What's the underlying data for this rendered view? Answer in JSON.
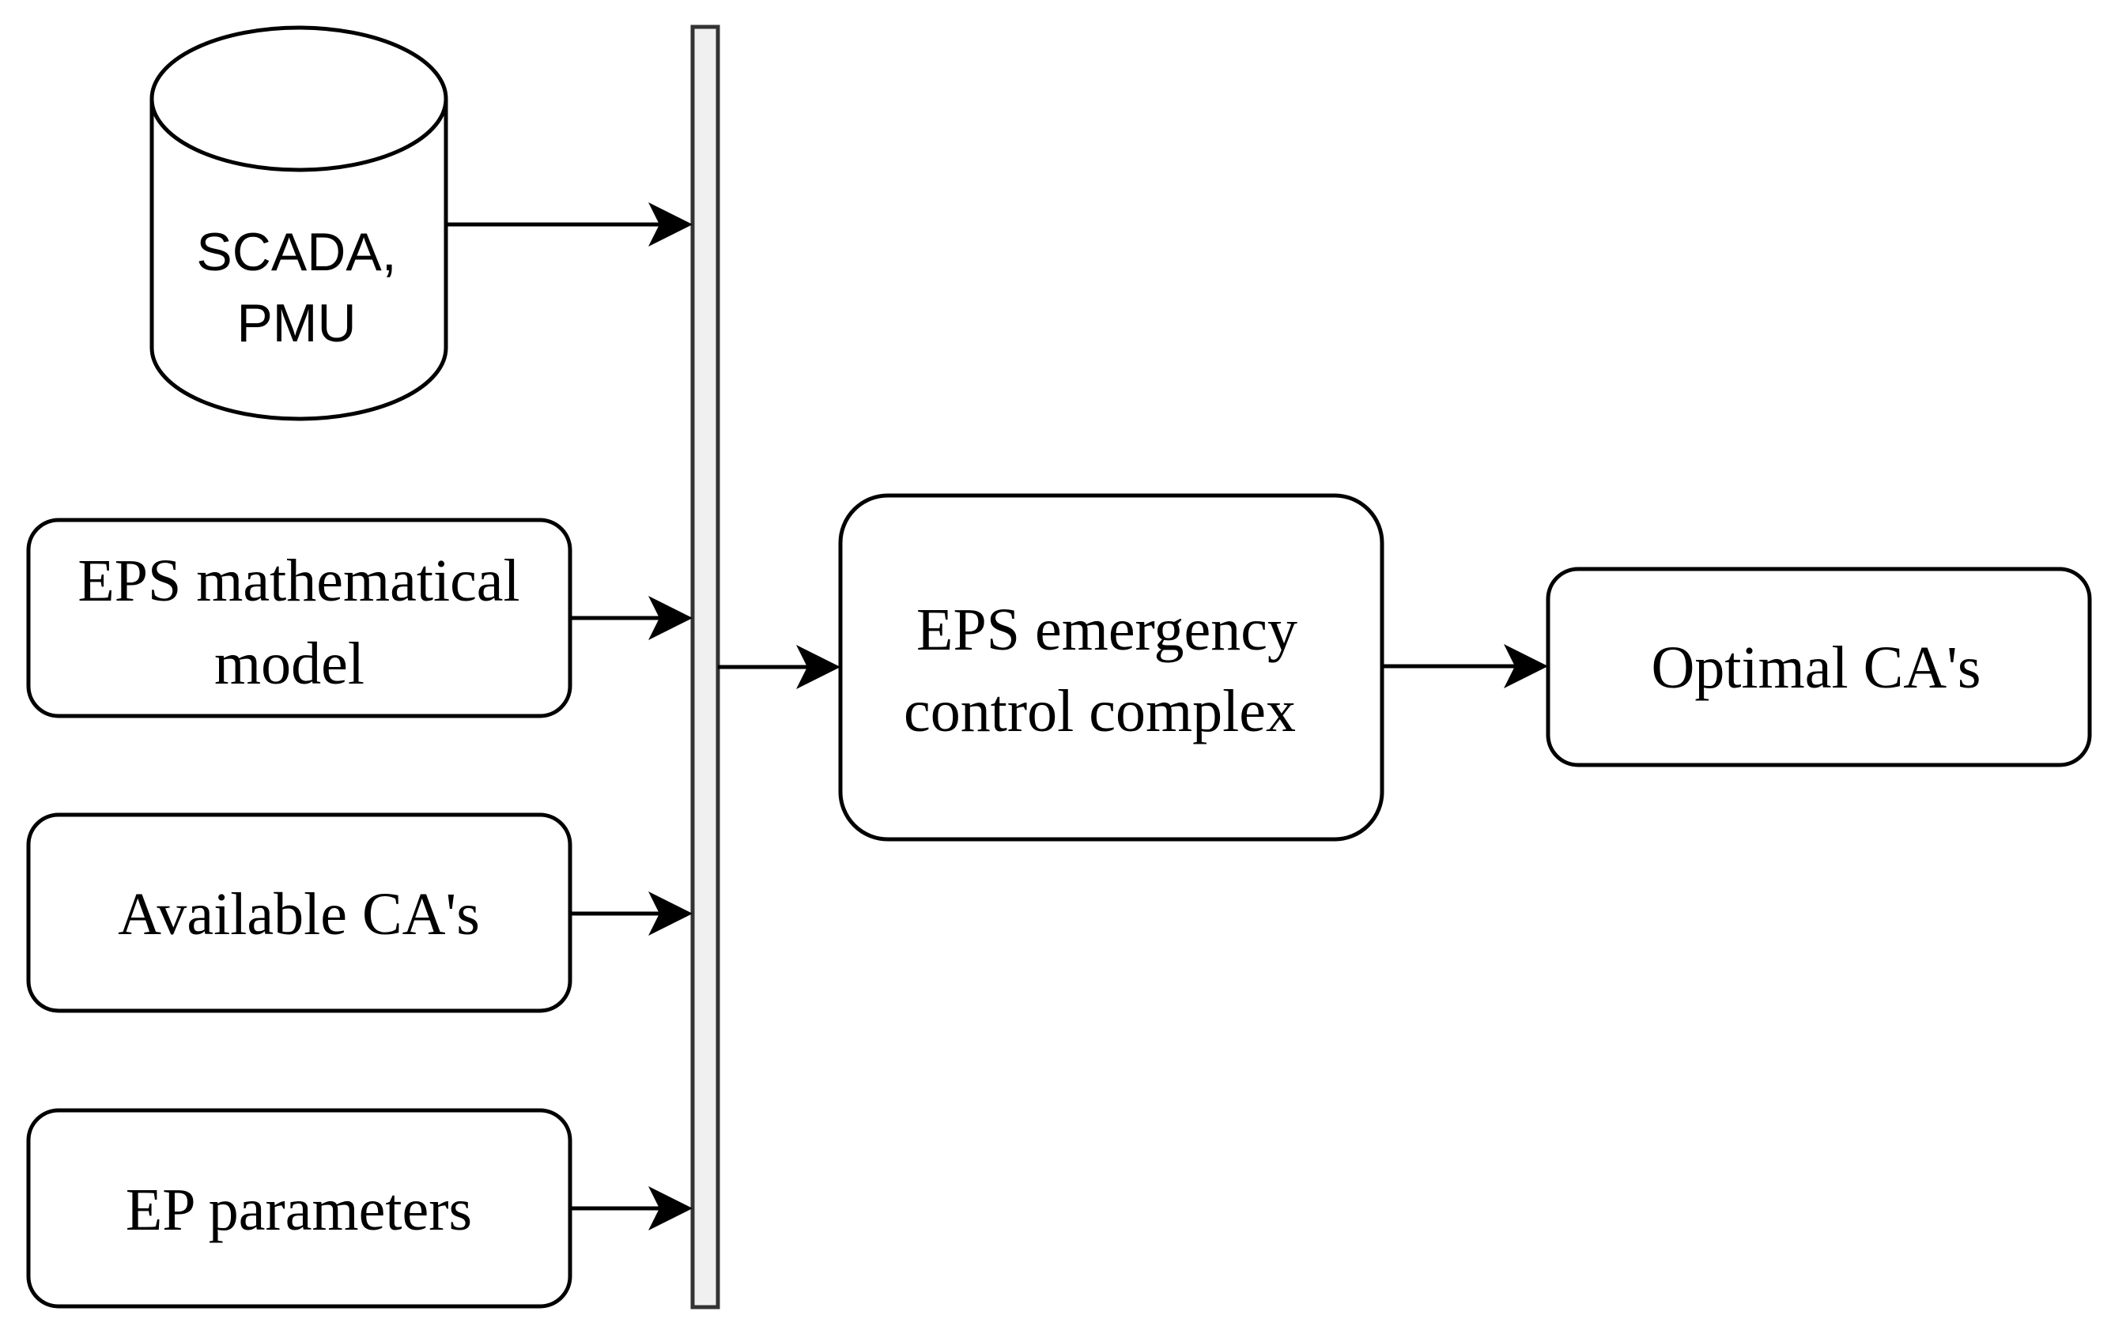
{
  "nodes": {
    "scada_pmu": {
      "lines": [
        "SCADA,",
        "PMU"
      ],
      "shape": "cylinder"
    },
    "eps_model": {
      "lines": [
        "EPS mathematical",
        "model"
      ],
      "shape": "rounded-rectangle"
    },
    "available_ca": {
      "lines": [
        "Available CA's"
      ],
      "shape": "rounded-rectangle"
    },
    "ep_parameters": {
      "lines": [
        "EP parameters"
      ],
      "shape": "rounded-rectangle"
    },
    "control_complex": {
      "lines": [
        "EPS emergency",
        "control complex"
      ],
      "shape": "rounded-rectangle"
    },
    "optimal_ca": {
      "lines": [
        "Optimal CA's"
      ],
      "shape": "rounded-rectangle"
    }
  },
  "edges": [
    {
      "from": "scada_pmu",
      "to": "bus"
    },
    {
      "from": "eps_model",
      "to": "bus"
    },
    {
      "from": "available_ca",
      "to": "bus"
    },
    {
      "from": "ep_parameters",
      "to": "bus"
    },
    {
      "from": "bus",
      "to": "control_complex"
    },
    {
      "from": "control_complex",
      "to": "optimal_ca"
    }
  ],
  "colors": {
    "stroke": "#000000",
    "bus_fill": "#f0f0f0",
    "bus_stroke": "#333333",
    "background": "#ffffff"
  }
}
